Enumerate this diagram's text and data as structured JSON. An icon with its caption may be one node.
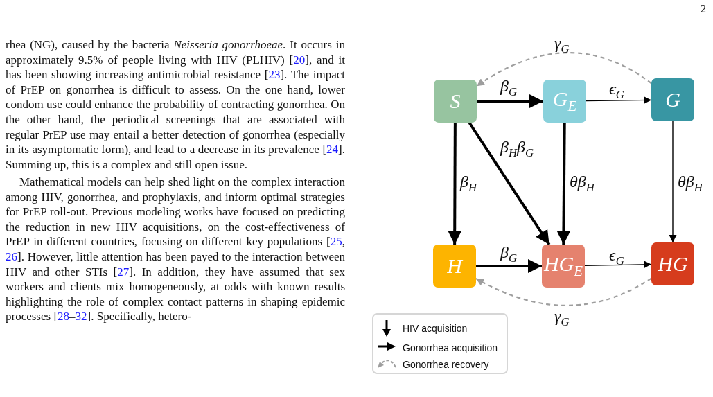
{
  "diagram": {
    "nodes": [
      {
        "text": [
          "S"
        ]
      },
      {
        "text": [
          "G$_{E}$"
        ]
      },
      {
        "text": [
          "G"
        ]
      },
      {
        "text": [
          "H"
        ]
      },
      {
        "text": [
          "HG$_{E}$"
        ]
      },
      {
        "text": [
          "HG"
        ]
      }
    ],
    "edges": [
      {
        "from": 0,
        "to": 1,
        "arrow": "to",
        "label": "β$_{G}$",
        "style": "thick"
      },
      {
        "from": 1,
        "to": 2,
        "arrow": "to",
        "label": "ϵ$_{G}$"
      },
      {
        "from": 2,
        "to": 0,
        "arrow": "to",
        "label": "γ$_{G}$",
        "style": "dashed",
        "color": "#9e9e9e"
      },
      {
        "from": 0,
        "to": 3,
        "arrow": "to",
        "label": "β$_{H}$",
        "style": "thick"
      },
      {
        "from": 0,
        "to": 4,
        "arrow": "to",
        "label": "β$_{H}$β$_{G}$",
        "style": "thick"
      },
      {
        "from": 1,
        "to": 4,
        "arrow": "to",
        "label": "θβ$_{H}$",
        "style": "thick"
      },
      {
        "from": 2,
        "to": 5,
        "arrow": "to",
        "label": "θβ$_{H}$"
      },
      {
        "from": 3,
        "to": 4,
        "arrow": "to",
        "label": "β$_{G}$",
        "style": "thick"
      },
      {
        "from": 4,
        "to": 5,
        "arrow": "to",
        "label": "ϵ$_{G}$"
      },
      {
        "from": 5,
        "to": 3,
        "arrow": "to",
        "label": "γ$_{G}$",
        "style": "dashed",
        "color": "#9e9e9e"
      }
    ],
    "labels": [
      "2",
      "rhea (NG), caused by the bacteria *Neisseria gonorrhoeae*. It occurs in approximately 9.5% of people living with HIV (PLHIV) [20], and it has been showing increasing antimicrobial resistance [23]. The impact of PrEP on gonorrhea is difficult to assess. On the one hand, lower condom use could enhance the probability of contracting gonorrhea. On the other hand, the periodical screenings that are associated with regular PrEP use may entail a better detection of gonorrhea (especially in its asymptomatic form), and lead to a decrease in its prevalence [24]. Summing up, this is a complex and still open issue.",
      "Mathematical models can help shed light on the complex interaction among HIV, gonorrhea, and prophylaxis, and inform optimal strategies for PrEP roll-out. Previous modeling works have focused on predicting the reduction in new HIV acquisitions, on the cost-effectiveness of PrEP in different countries, focusing on different key populations [25, 26]. However, little attention has been payed to the interaction between HIV and other STIs [27]. In addition, they have assumed that sex workers and clients mix homogeneously, at odds with known results highlighting the role of complex contact patterns in shaping epidemic processes [28–32]. Specifically, hetero-"
    ],
    "legend": [
      {
        "text": "HIV acquisition"
      },
      {
        "text": "Gonorrhea acquisition"
      },
      {
        "text": "Gonorrhea recovery"
      }
    ]
  }
}
